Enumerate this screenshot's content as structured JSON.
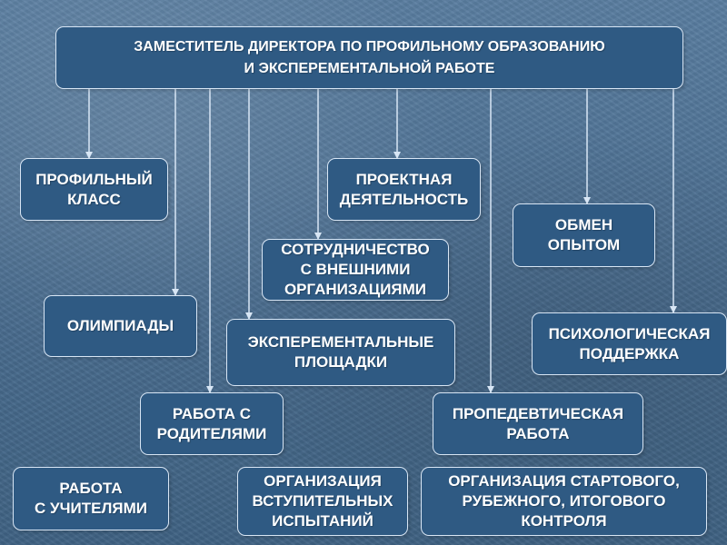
{
  "diagram": {
    "top_box": "ЗАМЕСТИТЕЛЬ ДИРЕКТОРА ПО ПРОФИЛЬНОМУ ОБРАЗОВАНИЮ\nИ ЭКСПЕРЕМЕНТАЛЬНОЙ РАБОТЕ",
    "boxes": {
      "profile_class": "ПРОФИЛЬНЫЙ\nКЛАСС",
      "project_activity": "ПРОЕКТНАЯ\nДЕЯТЕЛЬНОСТЬ",
      "experience_exchange": "ОБМЕН\nОПЫТОМ",
      "cooperation": "СОТРУДНИЧЕСТВО\nС ВНЕШНИМИ\nОРГАНИЗАЦИЯМИ",
      "olympiads": "ОЛИМПИАДЫ",
      "experimental_sites": "ЭКСПЕРЕМЕНТАЛЬНЫЕ\nПЛОЩАДКИ",
      "psychological_support": "ПСИХОЛОГИЧЕСКАЯ\nПОДДЕРЖКА",
      "parents": "РАБОТА С\nРОДИТЕЛЯМИ",
      "propaedeutic": "ПРОПЕДЕВТИЧЕСКАЯ\nРАБОТА",
      "teachers": "РАБОТА\nС УЧИТЕЛЯМИ",
      "entrance_tests": "ОРГАНИЗАЦИЯ\nВСТУПИТЕЛЬНЫХ\nИСПЫТАНИЙ",
      "control": "ОРГАНИЗАЦИЯ СТАРТОВОГО,\nРУБЕЖНОГО, ИТОГОВОГО\nКОНТРОЛЯ"
    }
  },
  "colors": {
    "background": "#4a6d8f",
    "box_fill": "#2f5a83",
    "box_border": "#d8e6f5",
    "text": "#ffffff",
    "connector": "#d8e6f5"
  }
}
